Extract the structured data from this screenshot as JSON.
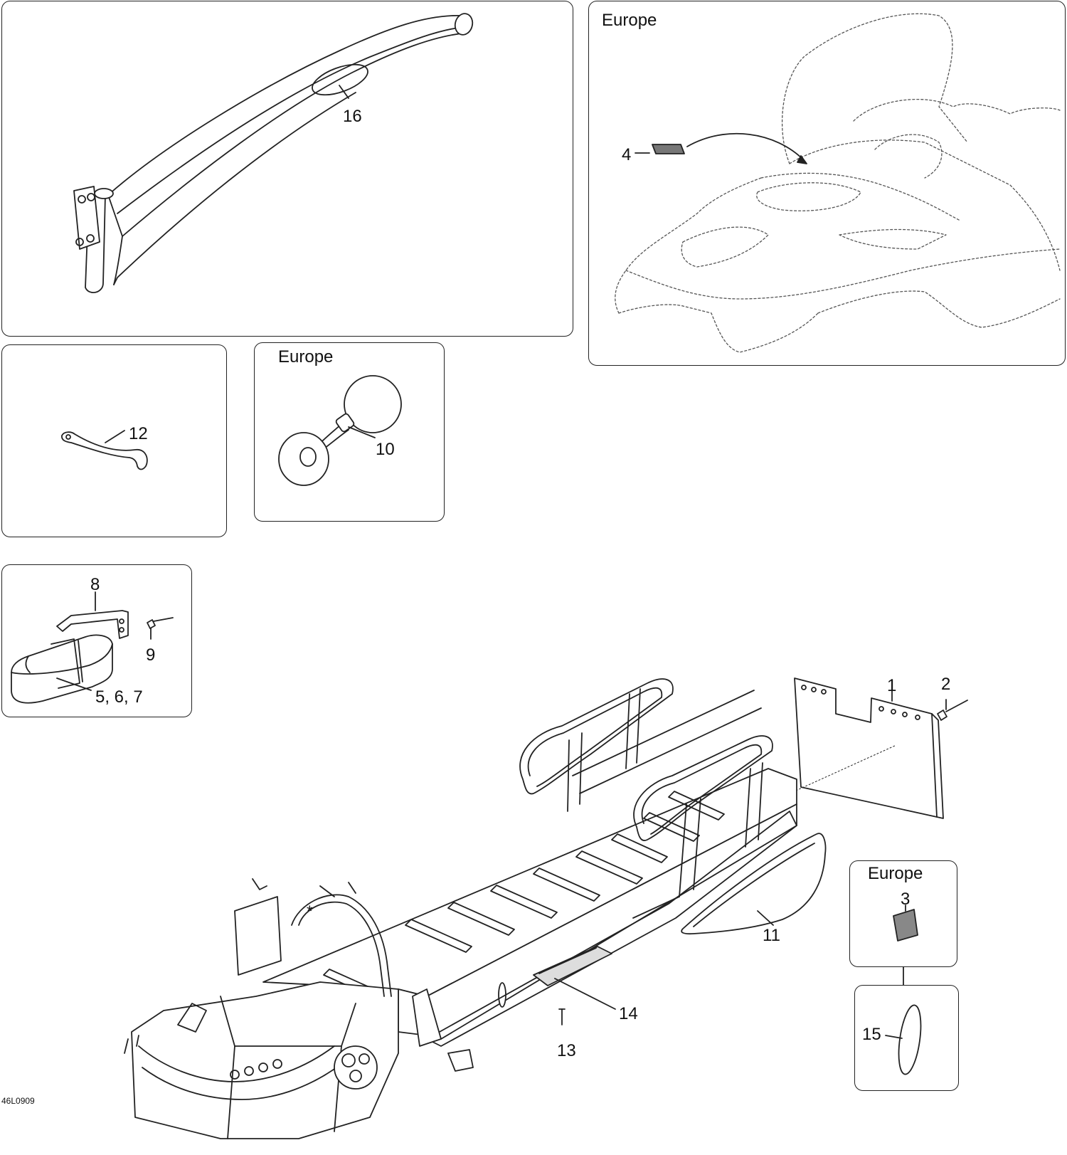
{
  "region_label": "Europe",
  "drawing_ref": "46L0909",
  "callouts": {
    "c1": "1",
    "c2": "2",
    "c3": "3",
    "c4": "4",
    "c567": "5, 6, 7",
    "c8": "8",
    "c9": "9",
    "c10": "10",
    "c11": "11",
    "c12": "12",
    "c13": "13",
    "c14": "14",
    "c15": "15",
    "c16": "16"
  },
  "parts": [
    {
      "callout": "16",
      "icon": "grab-handle-bar-icon"
    },
    {
      "callout": "4",
      "icon": "reflector-decal-icon",
      "region": "Europe"
    },
    {
      "callout": "12",
      "icon": "spanner-wrench-icon"
    },
    {
      "callout": "10",
      "icon": "horn-icon",
      "region": "Europe"
    },
    {
      "callout": "8",
      "icon": "mounting-bracket-icon"
    },
    {
      "callout": "9",
      "icon": "rivet-icon"
    },
    {
      "callout": "5, 6, 7",
      "icon": "tool-bag-icon"
    },
    {
      "callout": "1",
      "icon": "mud-flap-icon"
    },
    {
      "callout": "2",
      "icon": "rivet-icon"
    },
    {
      "callout": "3",
      "icon": "reflector-icon",
      "region": "Europe"
    },
    {
      "callout": "15",
      "icon": "oval-reflector-icon"
    },
    {
      "callout": "11",
      "icon": "side-cover-icon"
    },
    {
      "callout": "14",
      "icon": "foot-rest-plate-icon"
    },
    {
      "callout": "13",
      "icon": "rivet-icon"
    }
  ]
}
